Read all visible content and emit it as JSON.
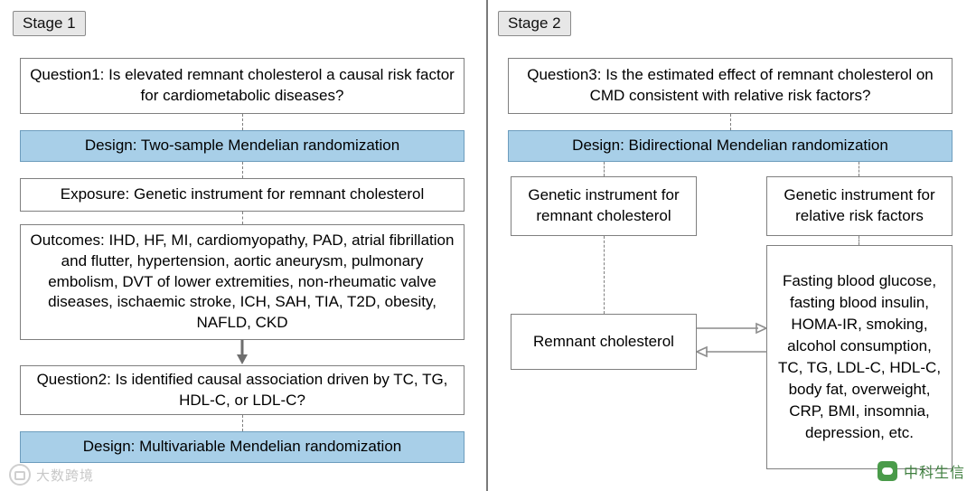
{
  "stages": {
    "stage1_label": "Stage 1",
    "stage2_label": "Stage 2"
  },
  "stage1": {
    "question1": "Question1: Is elevated remnant cholesterol a causal risk factor for cardiometabolic diseases?",
    "design1": "Design: Two-sample Mendelian randomization",
    "exposure": "Exposure: Genetic instrument for remnant cholesterol",
    "outcomes": "Outcomes: IHD, HF, MI, cardiomyopathy, PAD, atrial fibrillation and flutter, hypertension, aortic aneurysm, pulmonary embolism, DVT of lower extremities, non-rheumatic valve diseases, ischaemic stroke, ICH, SAH, TIA, T2D, obesity, NAFLD, CKD",
    "question2": "Question2: Is identified causal association driven by TC, TG, HDL-C, or LDL-C?",
    "design2": "Design: Multivariable Mendelian randomization"
  },
  "stage2": {
    "question3": "Question3: Is the estimated effect of remnant cholesterol on CMD consistent with relative risk factors?",
    "design3": "Design:  Bidirectional Mendelian randomization",
    "instrument_rc": "Genetic instrument for remnant cholesterol",
    "instrument_rrf": "Genetic instrument for relative risk factors",
    "remnant_cholesterol": "Remnant cholesterol",
    "risk_factors": "Fasting blood glucose, fasting blood insulin, HOMA-IR, smoking, alcohol consumption, TC, TG, LDL-C, HDL-C, body fat, overweight, CRP,  BMI, insomnia, depression, etc."
  },
  "watermarks": {
    "left": "大数跨境",
    "right": "中科生信"
  },
  "colors": {
    "blue_fill": "#a8cfe8",
    "box_border": "#7f7f7f",
    "tag_fill": "#e7e7e7",
    "divider": "#7a7a7a"
  }
}
